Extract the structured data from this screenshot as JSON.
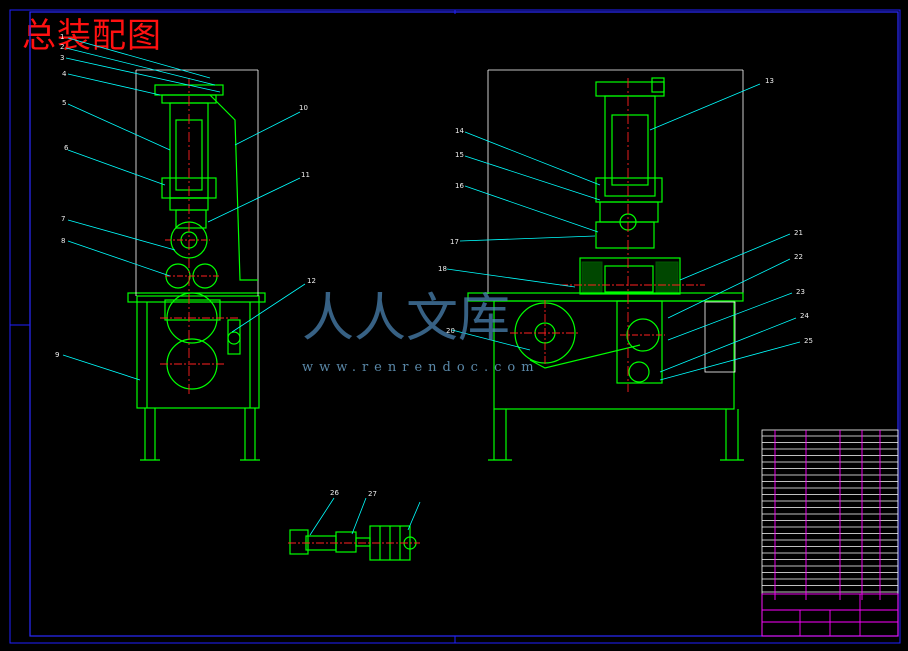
{
  "title": "总装配图",
  "colors": {
    "outline": "#00ff00",
    "title": "#ff1010",
    "leader": "#00ffff",
    "centerline": "#ff2020",
    "table": "#ff00ff",
    "border": "#2020ff"
  },
  "balloons": {
    "n1": "1",
    "n2": "2",
    "n3": "3",
    "n4": "4",
    "n5": "5",
    "n6": "6",
    "n7": "7",
    "n8": "8",
    "n9": "9",
    "n10": "10",
    "n11": "11",
    "n12": "12",
    "n13": "13",
    "n14": "14",
    "n15": "15",
    "n16": "16",
    "n17": "17",
    "n18": "18",
    "n20": "20",
    "n21": "21",
    "n22": "22",
    "n23": "23",
    "n24": "24",
    "n25": "25",
    "n26": "26",
    "n27": "27"
  },
  "watermark": {
    "text": "人人文库",
    "url": "www.renrendoc.com"
  }
}
